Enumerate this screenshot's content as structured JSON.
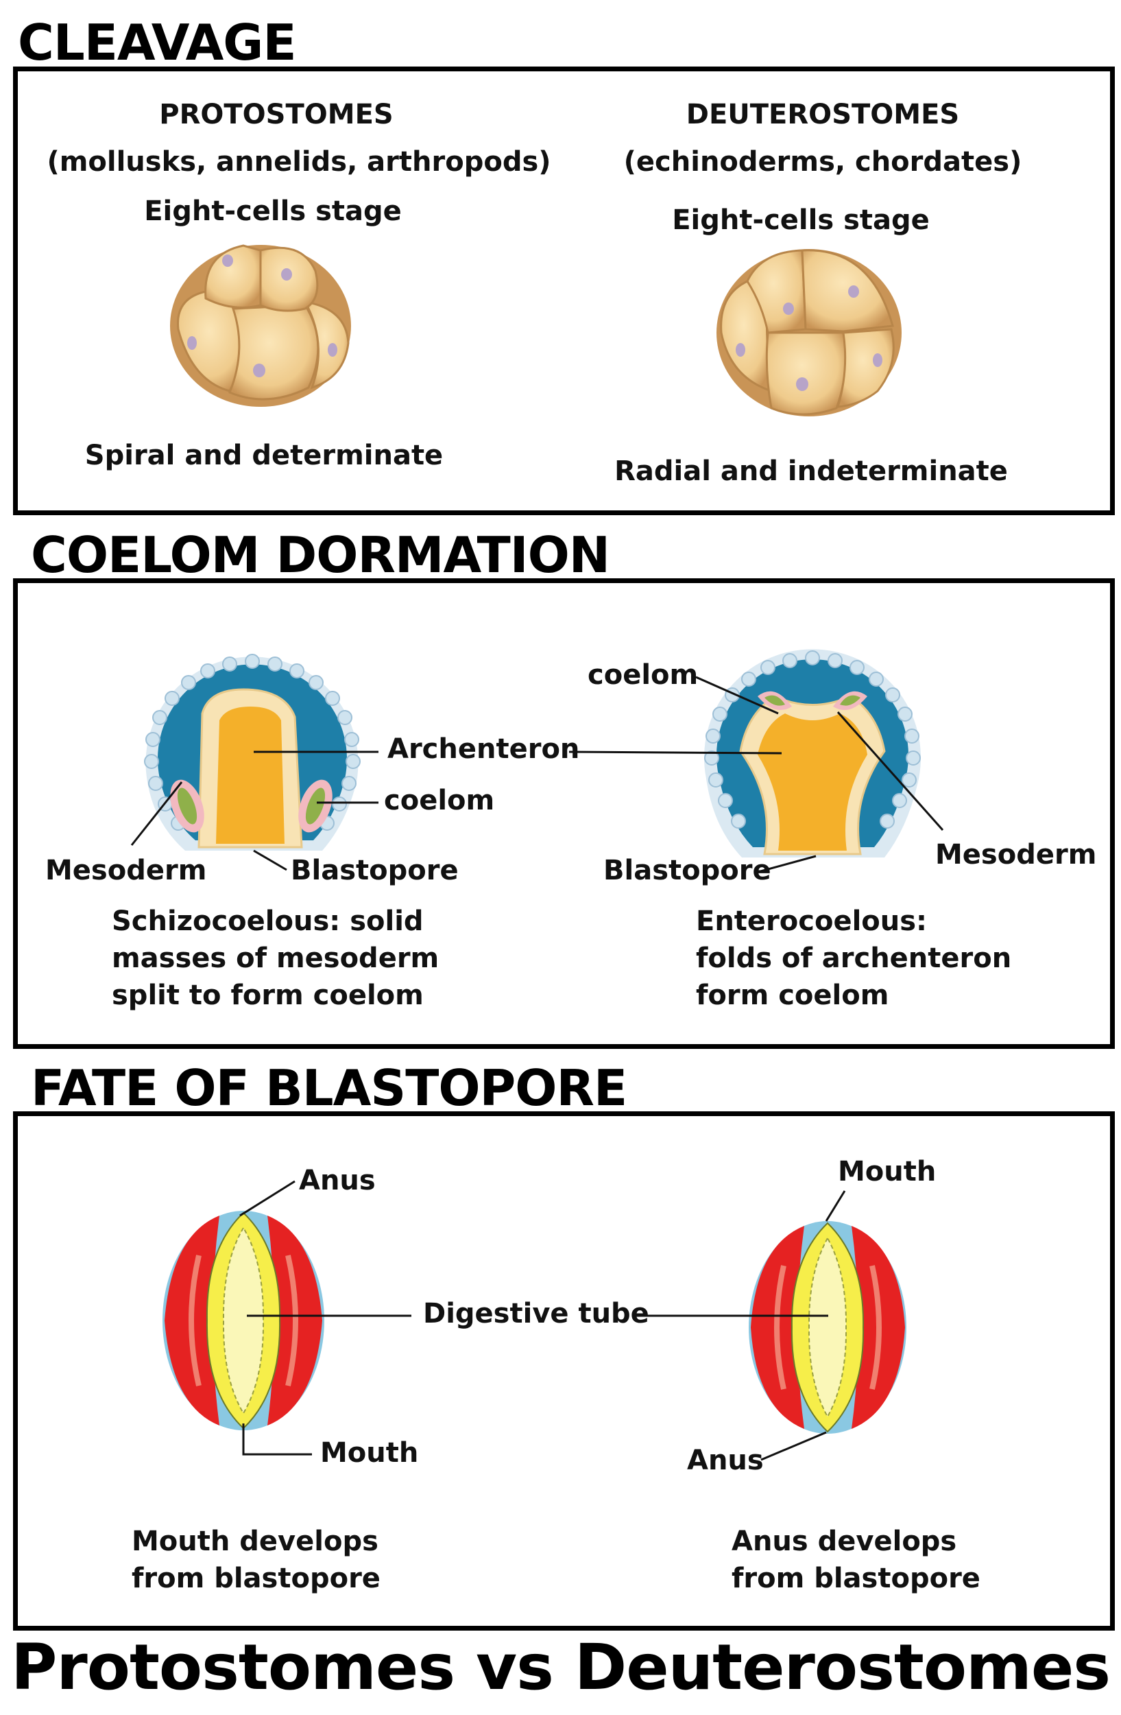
{
  "cleavage": {
    "title": "CLEAVAGE",
    "protostomes": {
      "heading": "PROTOSTOMES",
      "examples": "(mollusks, annelids, arthropods)",
      "stage": "Eight-cells stage",
      "caption": "Spiral and determinate"
    },
    "deuterostomes": {
      "heading": "DEUTEROSTOMES",
      "examples": "(echinoderms, chordates)",
      "stage": "Eight-cells stage",
      "caption": "Radial and indeterminate"
    }
  },
  "coelom": {
    "title": "COELOM DORMATION",
    "labels": {
      "archenteron": "Archenteron",
      "coelom_left": "coelom",
      "mesoderm_left": "Mesoderm",
      "blastopore_left": "Blastopore",
      "coelom_right": "coelom",
      "mesoderm_right": "Mesoderm",
      "blastopore_right": "Blastopore"
    },
    "schizo_lines": [
      "Schizocoelous: solid",
      "masses of mesoderm",
      "split to form coelom"
    ],
    "entero_lines": [
      "Enterocoelous:",
      "folds of archenteron",
      "form coelom"
    ]
  },
  "blastopore": {
    "title": "FATE OF BLASTOPORE",
    "labels": {
      "anus_left": "Anus",
      "mouth_left": "Mouth",
      "digestive": "Digestive tube",
      "mouth_right": "Mouth",
      "anus_right": "Anus"
    },
    "left_lines": [
      "Mouth develops",
      "from blastopore"
    ],
    "right_lines": [
      "Anus develops",
      "from blastopore"
    ]
  },
  "footer": "Protostomes vs Deuterostomes",
  "colors": {
    "cell": "#f1d49c",
    "cell_edge": "#b8864a",
    "nucleus": "#b7a4c8",
    "blastocoel": "#1e7fa8",
    "ectoderm": "#dbe9f2",
    "archenteron": "#f4b02a",
    "mesoderm_green": "#8fb04a",
    "mesoderm_pink": "#f2b9c0",
    "muscle_red": "#e52222",
    "gut_yellow": "#f6ee4a",
    "outer_blue": "#8ac8e2"
  }
}
